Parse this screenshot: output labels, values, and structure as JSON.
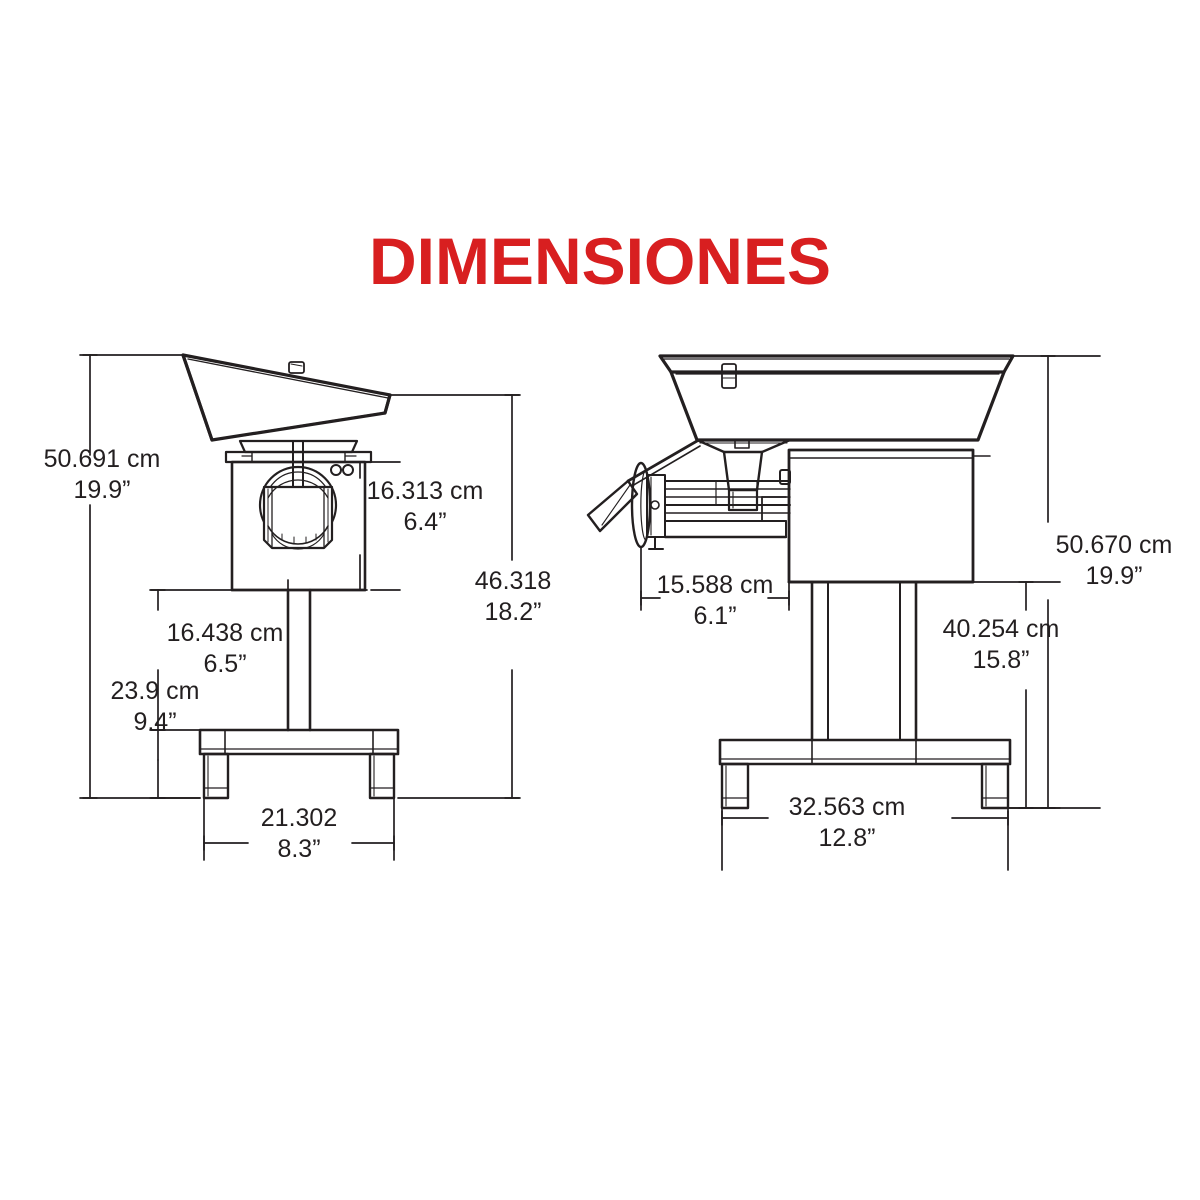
{
  "title": "DIMENSIONES",
  "title_color": "#d81f20",
  "line_color": "#231f20",
  "background": "#ffffff",
  "views": [
    {
      "name": "front-view",
      "description": "Vista frontal de picadora de carne con tolva, cabezal y base con patas"
    },
    {
      "name": "side-view",
      "description": "Vista lateral de picadora de carne con tolva, cabezal con manivela, motor y base"
    }
  ],
  "dimensions": {
    "front": [
      {
        "id": "overall-height",
        "cm": "50.691 cm",
        "inch": "19.9”",
        "orientation": "vertical",
        "align": "center"
      },
      {
        "id": "head-height",
        "cm": "16.313 cm",
        "inch": "6.4”",
        "orientation": "vertical",
        "align": "center"
      },
      {
        "id": "body-to-floor",
        "cm": "46.318",
        "inch": "18.2”",
        "orientation": "vertical",
        "align": "center"
      },
      {
        "id": "body-width",
        "cm": "16.438 cm",
        "inch": "6.5”",
        "orientation": "vertical",
        "align": "center"
      },
      {
        "id": "stand-height",
        "cm": "23.9 cm",
        "inch": "9.4”",
        "orientation": "vertical",
        "align": "center"
      },
      {
        "id": "base-width",
        "cm": "21.302",
        "inch": "8.3”",
        "orientation": "horizontal",
        "align": "center"
      }
    ],
    "side": [
      {
        "id": "head-depth",
        "cm": "15.588 cm",
        "inch": "6.1”",
        "orientation": "horizontal",
        "align": "center"
      },
      {
        "id": "overall-height-side",
        "cm": "50.670 cm",
        "inch": "19.9”",
        "orientation": "vertical",
        "align": "center"
      },
      {
        "id": "body-to-floor-side",
        "cm": "40.254 cm",
        "inch": "15.8”",
        "orientation": "vertical",
        "align": "center"
      },
      {
        "id": "base-depth",
        "cm": "32.563 cm",
        "inch": "12.8”",
        "orientation": "horizontal",
        "align": "center"
      }
    ]
  }
}
